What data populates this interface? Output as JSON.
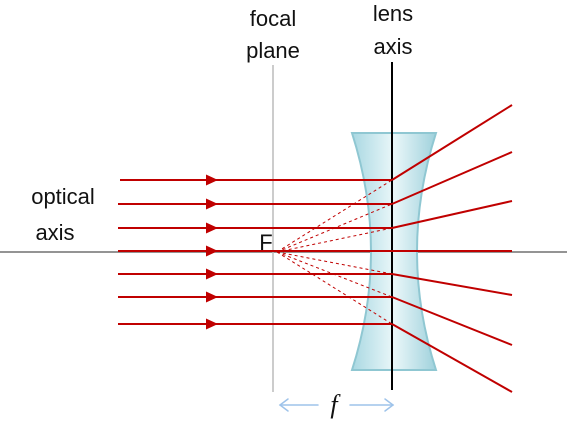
{
  "labels": {
    "focal_plane_line1": "focal",
    "focal_plane_line2": "plane",
    "lens_axis_line1": "lens",
    "lens_axis_line2": "axis",
    "optical_axis_line1": "optical",
    "optical_axis_line2": "axis",
    "focal_point": "F",
    "focal_length": "f"
  },
  "lens_type": "diverging (concave)",
  "colors": {
    "ray": "#c00000",
    "axis_line": "#555555",
    "lens_axis": "#000000",
    "focal_plane": "#bbbbbb",
    "lens_fill": "#bfe3ea",
    "lens_edge": "#8fc7d2",
    "focal_length_arrow": "#9ec3ea"
  },
  "incoming_ray_count": 7
}
